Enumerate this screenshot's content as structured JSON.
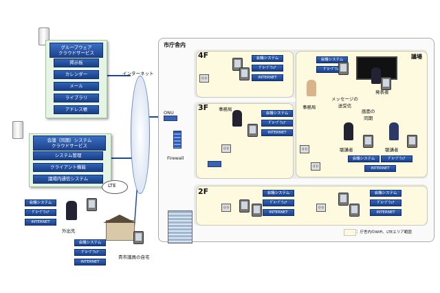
{
  "groupware_cloud": {
    "title": "グループウェア\nクラウドサービス",
    "items": [
      "掲示板",
      "カレンダー",
      "メール",
      "ライブラリ",
      "アドレス帳"
    ]
  },
  "conference_cloud": {
    "title": "会議（同期）システム\nクラウドサービス",
    "items": [
      "システム管理",
      "クライアント機能",
      "議場内通信システム"
    ]
  },
  "internet_label": "インターネット",
  "lte_label": "LTE",
  "onu_label": "ONU",
  "firewall_label": "Firewall",
  "building_label": "市庁舎内",
  "floors": {
    "f4": "4F",
    "f3": "3F",
    "f2": "2F"
  },
  "labels": {
    "conf": "会議システム",
    "gw": "ｸﾞﾙｰﾌﾟｳｪｱ",
    "inet": "INTERNET"
  },
  "hall": {
    "title": "議場",
    "message": "メッセージの\n送受信",
    "screen": "画面の\n同期",
    "speaker": "発表者",
    "office": "事務局",
    "listener": "聴講者"
  },
  "office_3f": "事務局",
  "outside_label": "外出先",
  "home_label": "貴市議員の自宅",
  "legend": "：庁舎内のWiFi、LTEエリア範囲",
  "colors": {
    "accent": "#1f4a99",
    "zone": "#fdfae0",
    "arrow_green": "#2fae3a",
    "line_orange": "#e07a20",
    "line_blue": "#1a46a8"
  }
}
